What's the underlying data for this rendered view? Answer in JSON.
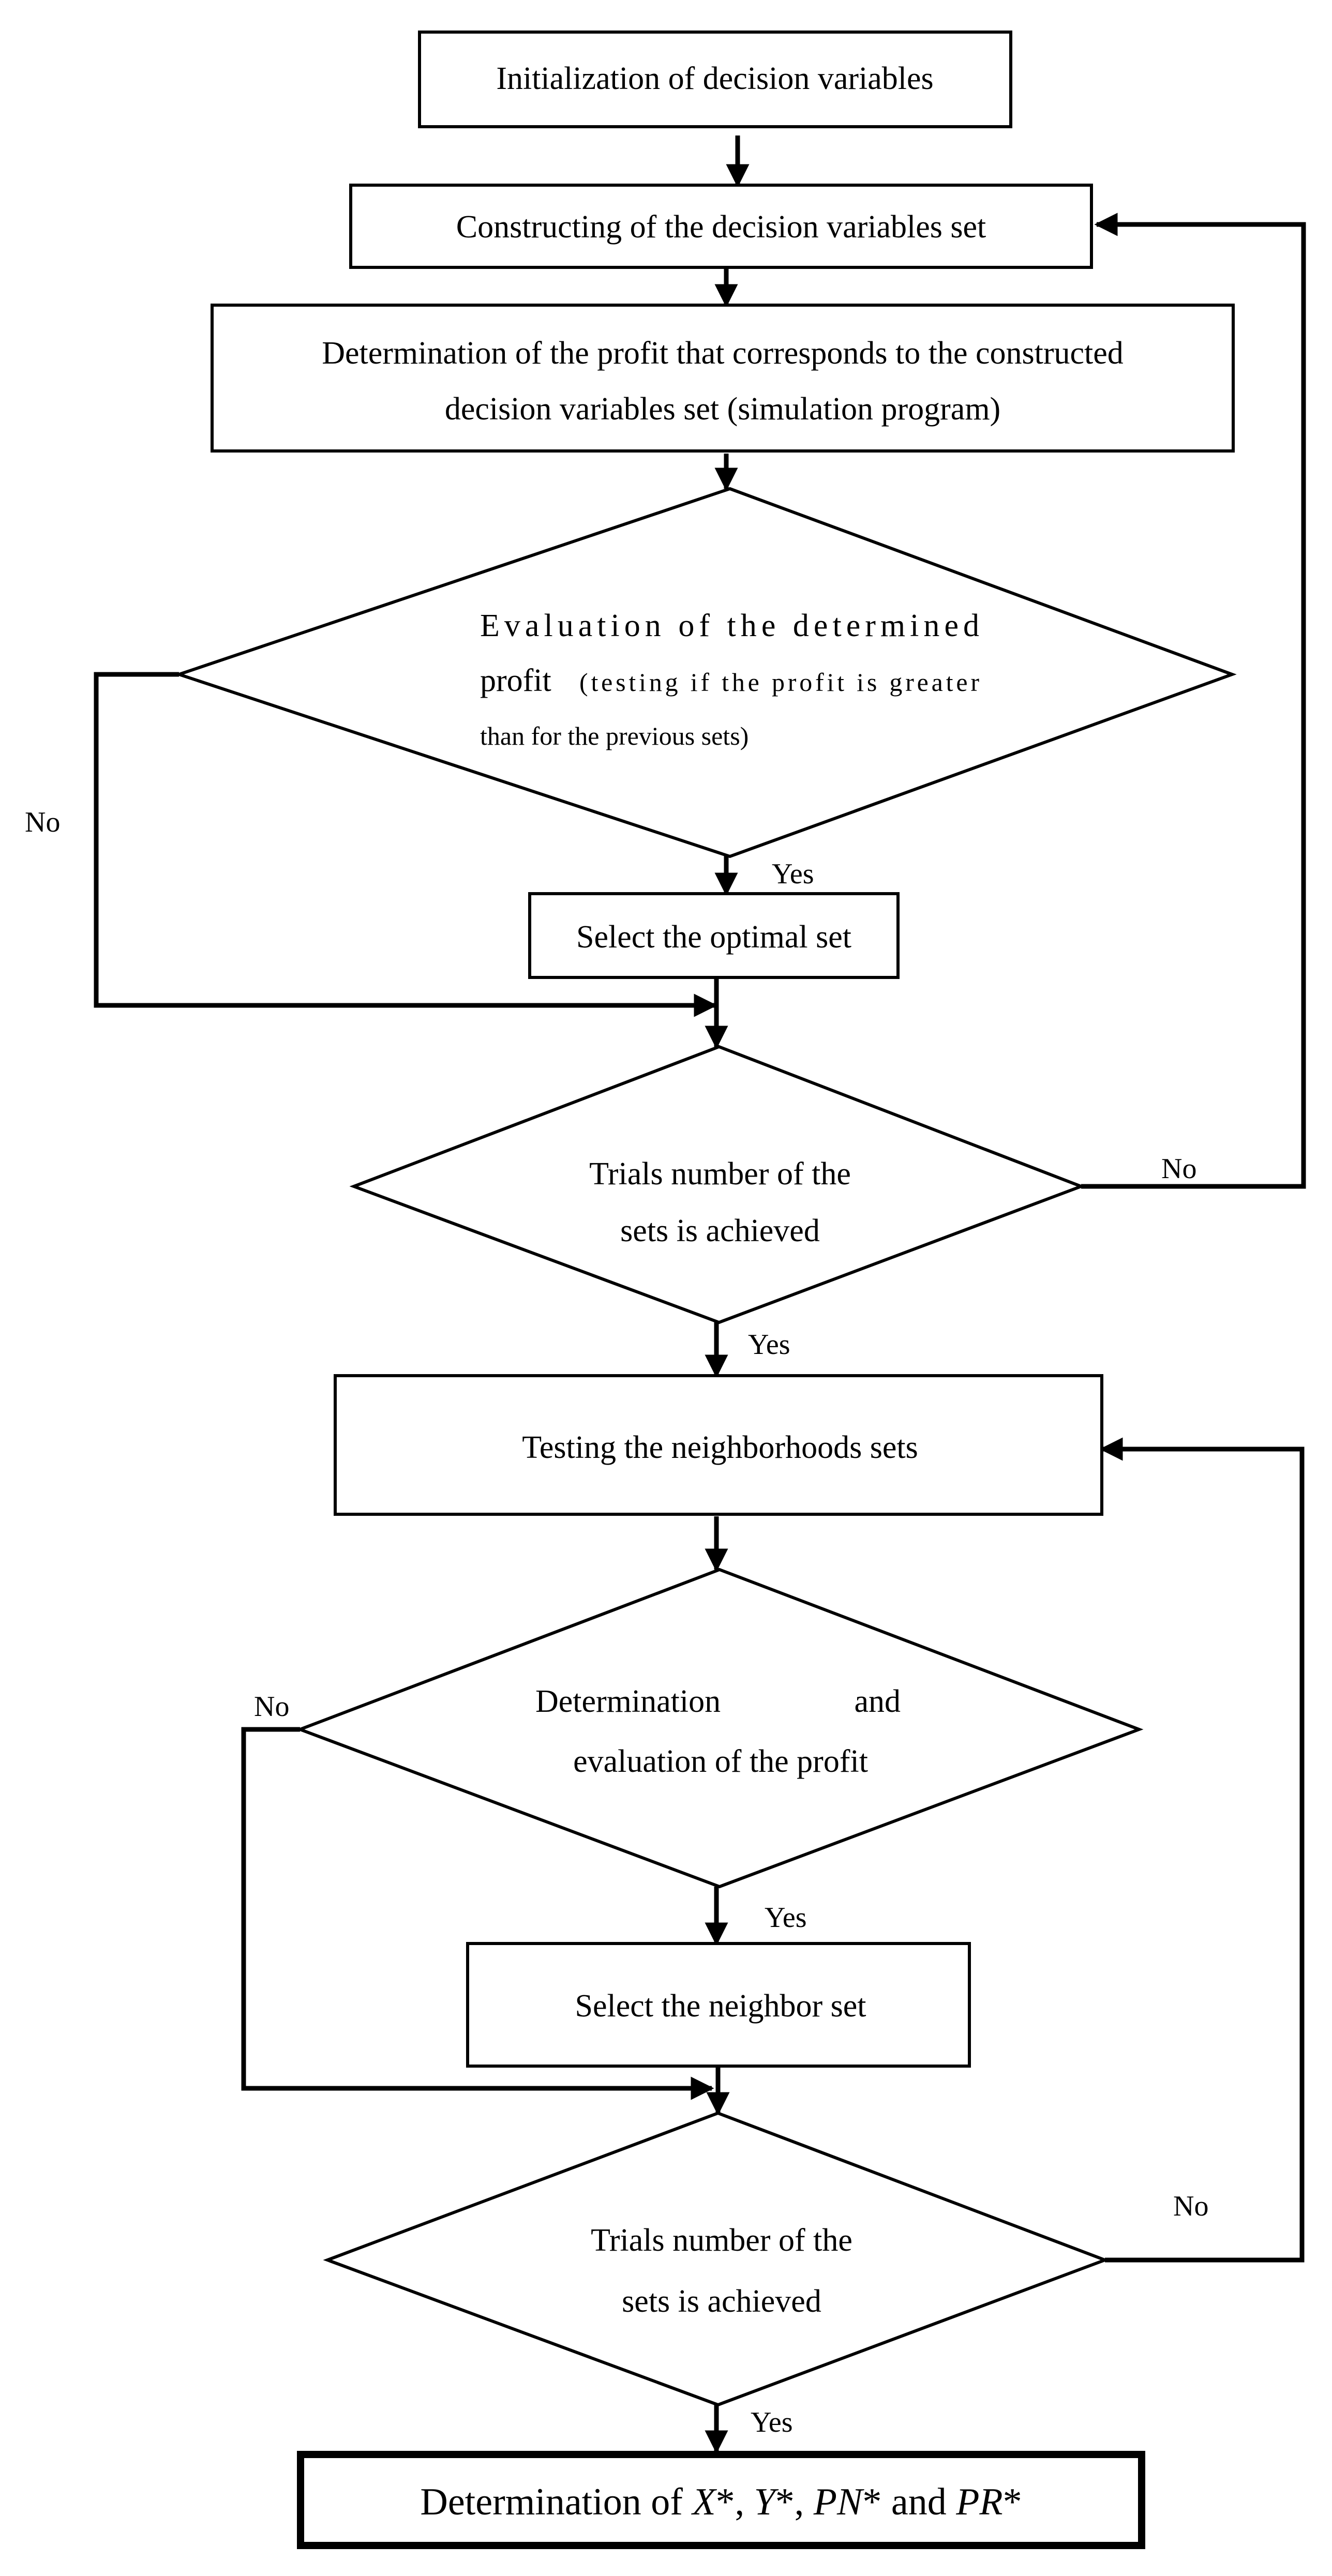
{
  "nodes": {
    "init": {
      "text": "Initialization of decision variables"
    },
    "construct": {
      "text": "Constructing of the decision variables set"
    },
    "determine_profit": {
      "line1": "Determination of the profit that corresponds to the constructed",
      "line2": "decision variables set (simulation program)"
    },
    "evaluate": {
      "line1": "Evaluation of the determined",
      "line2a": "profit",
      "line2b": "(testing if the profit is greater",
      "line3": "than for the previous sets)"
    },
    "select_optimal": {
      "text": "Select the optimal set"
    },
    "trials1": {
      "line1": "Trials number of the",
      "line2": "sets is achieved"
    },
    "testing_neighborhoods": {
      "text": "Testing the neighborhoods sets"
    },
    "determine_eval": {
      "line1a": "Determination",
      "line1b": "and",
      "line2": "evaluation of the profit"
    },
    "select_neighbor": {
      "text": "Select the neighbor set"
    },
    "trials2": {
      "line1": "Trials number of the",
      "line2": "sets is achieved"
    },
    "final": {
      "prefix": "Determination of ",
      "x": "X",
      "star1": "*, ",
      "y": "Y",
      "star2": "*, ",
      "pn": "PN",
      "star3": "* and ",
      "pr": "PR",
      "star4": "*"
    }
  },
  "edges": {
    "evaluate_no": "No",
    "evaluate_yes": "Yes",
    "trials1_no": "No",
    "trials1_yes": "Yes",
    "determine_eval_no": "No",
    "determine_eval_yes": "Yes",
    "trials2_no": "No",
    "trials2_yes": "Yes"
  }
}
